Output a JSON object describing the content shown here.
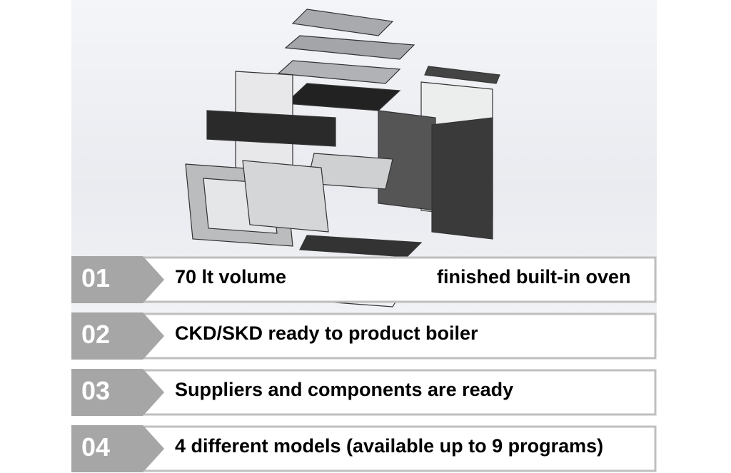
{
  "items": [
    {
      "number": "01",
      "text": "70 lt volume",
      "text_right": "finished built-in oven"
    },
    {
      "number": "02",
      "text": "CKD/SKD ready to product boiler"
    },
    {
      "number": "03",
      "text": "Suppliers and components are ready"
    },
    {
      "number": "04",
      "text": "4 different models (available up to 9 programs)"
    }
  ],
  "colors": {
    "number_block": "#a6a6a6",
    "panel_border": "#bfbfbf"
  }
}
